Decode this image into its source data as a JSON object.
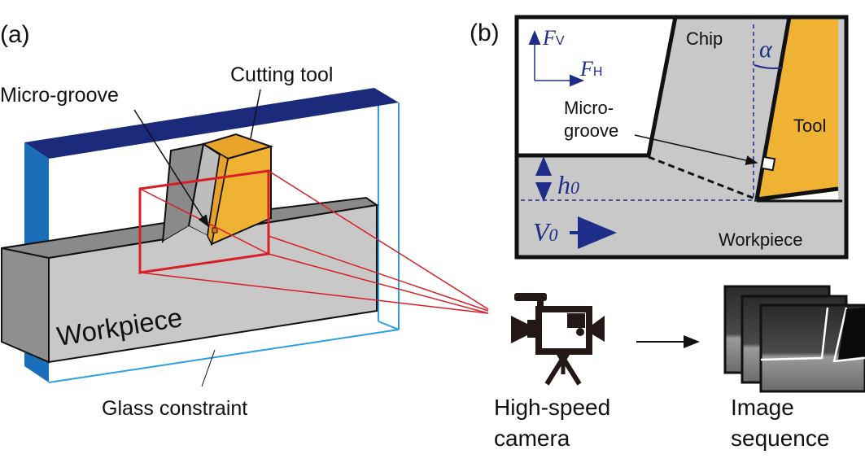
{
  "panel_a": {
    "label": "(a)",
    "cutting_tool": "Cutting tool",
    "micro_groove": "Micro-groove",
    "workpiece": "Workpiece",
    "glass_constraint": "Glass constraint"
  },
  "panel_b": {
    "label": "(b)",
    "force_v": "F",
    "force_v_sub": "V",
    "force_h": "F",
    "force_h_sub": "H",
    "chip": "Chip",
    "alpha": "α",
    "micro_groove_line1": "Micro-",
    "micro_groove_line2": "groove",
    "tool": "Tool",
    "h0": "h",
    "h0_sub": "0",
    "v0": "V",
    "v0_sub": "0",
    "workpiece": "Workpiece"
  },
  "camera": {
    "label_line1": "High-speed",
    "label_line2": "camera"
  },
  "sequence": {
    "label_line1": "Image",
    "label_line2": "sequence"
  },
  "colors": {
    "frame_top": "#1b2a7a",
    "frame_side": "#1a6fb8",
    "glass_edge": "#2aa0e0",
    "tool_orange": "#f0b232",
    "workpiece_gray": "#c8c8c8",
    "dark_gray": "#8a8a8a",
    "red_box": "#d81e27",
    "annotation_blue": "#1f2d8a"
  }
}
